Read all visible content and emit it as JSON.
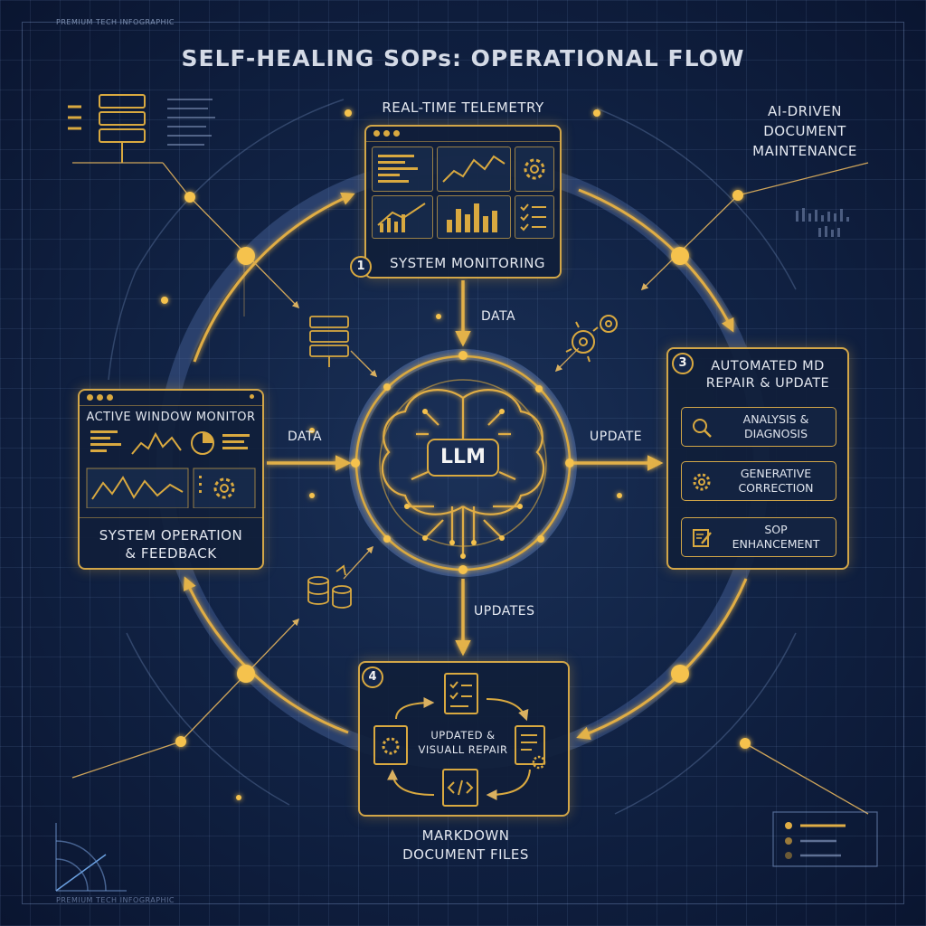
{
  "header": {
    "tag": "PREMIUM TECH INFOGRAPHIC",
    "title": "SELF-HEALING SOPs: OPERATIONAL FLOW",
    "footer_tag": "PREMIUM TECH INFOGRAPHIC"
  },
  "top_section": {
    "heading": "REAL-TIME TELEMETRY",
    "number": "1",
    "label": "SYSTEM MONITORING"
  },
  "right_heading": {
    "line1": "AI-DRIVEN",
    "line2": "DOCUMENT",
    "line3": "MAINTENANCE"
  },
  "left_panel": {
    "heading": "ACTIVE WINDOW MONITOR",
    "label_line1": "SYSTEM OPERATION",
    "label_line2": "& FEEDBACK"
  },
  "right_panel": {
    "number": "3",
    "title_line1": "AUTOMATED MD",
    "title_line2": "REPAIR & UPDATE",
    "items": [
      {
        "line1": "ANALYSIS &",
        "line2": "DIAGNOSIS",
        "icon": "magnifier-icon"
      },
      {
        "line1": "GENERATIVE",
        "line2": "CORRECTION",
        "icon": "gear-icon"
      },
      {
        "line1": "SOP",
        "line2": "ENHANCEMENT",
        "icon": "edit-document-icon"
      }
    ]
  },
  "bottom_panel": {
    "number": "4",
    "center_line1": "UPDATED &",
    "center_line2": "VISUALL REPAIR",
    "label_line1": "MARKDOWN",
    "label_line2": "DOCUMENT FILES"
  },
  "center": {
    "label": "LLM",
    "icon": "circuit-brain-icon"
  },
  "flows": {
    "top": "DATA",
    "left": "DATA",
    "right": "UPDATE",
    "bottom": "UPDATES"
  },
  "colors": {
    "background": "#0d1a33",
    "accent": "#d9a940",
    "text": "#dfe6f2",
    "panel": "#101e3a"
  }
}
